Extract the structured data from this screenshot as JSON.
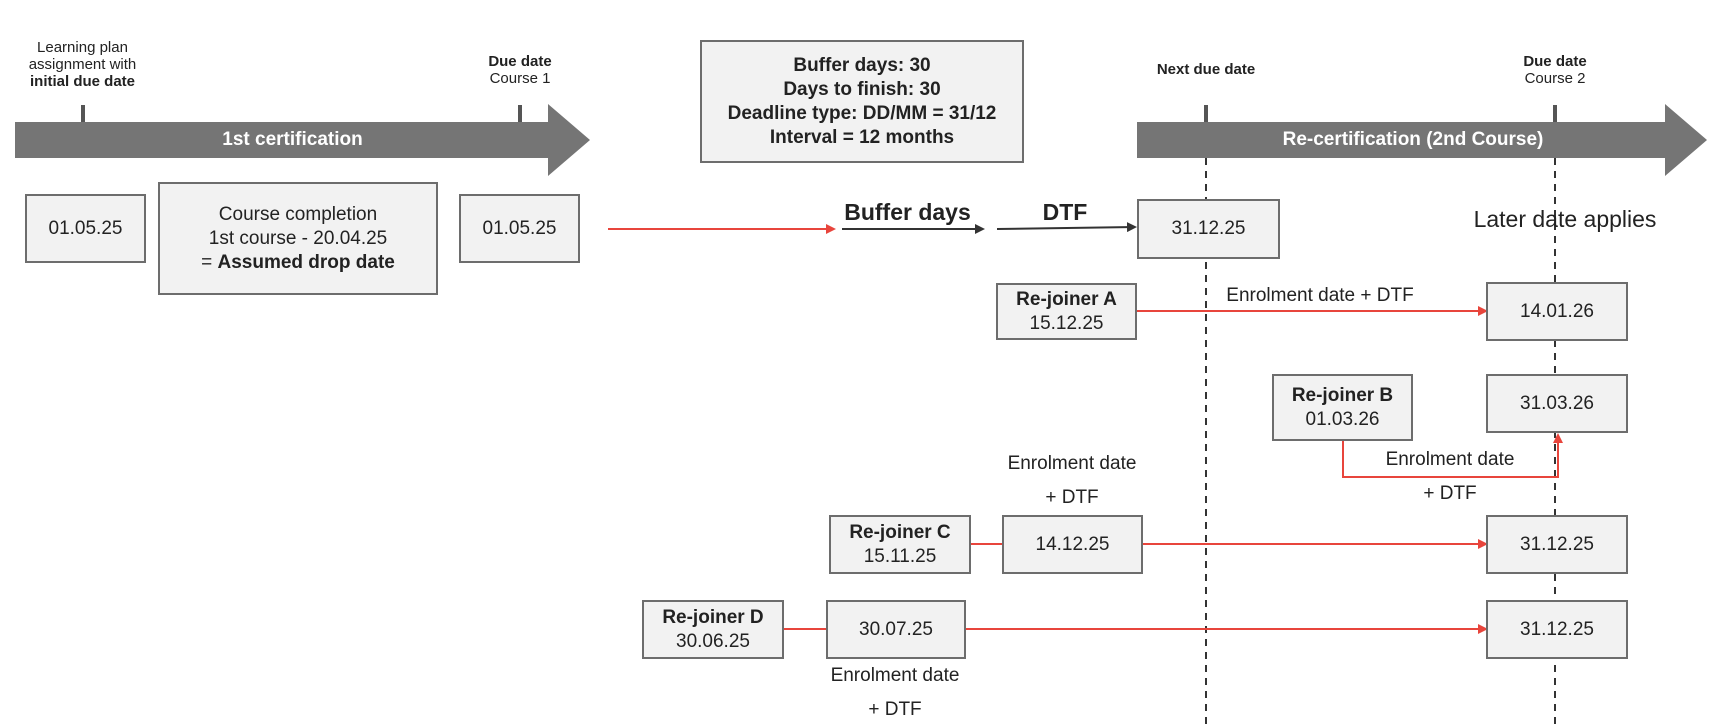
{
  "top": {
    "assign_line1": "Learning plan",
    "assign_line2": "assignment with",
    "assign_line3": "initial due date",
    "due1_line1": "Due date",
    "due1_line2": "Course 1",
    "next_due": "Next due date",
    "due2_line1": "Due date",
    "due2_line2": "Course 2"
  },
  "banners": {
    "first": "1st certification",
    "recert": "Re-certification (2nd Course)"
  },
  "settings": {
    "line1": "Buffer days: 30",
    "line2": "Days to finish: 30",
    "line3": "Deadline type: DD/MM = 31/12",
    "line4": "Interval = 12 months"
  },
  "row1": {
    "date_left": "01.05.25",
    "completion_line1": "Course completion",
    "completion_line2": "1st course - 20.04.25",
    "completion_prefix": "= ",
    "completion_bold": "Assumed drop date",
    "date_right": "01.05.25",
    "buffer_label": "Buffer days",
    "dtf_label": "DTF",
    "next_due_value": "31.12.25",
    "later_date": "Later date applies"
  },
  "rejoiners": {
    "a": {
      "name": "Re-joiner A",
      "date": "15.12.25",
      "rule": "Enrolment date + DTF",
      "result": "14.01.26"
    },
    "b": {
      "name": "Re-joiner B",
      "date": "01.03.26",
      "rule_line1": "Enrolment date",
      "rule_line2": "+ DTF",
      "result": "31.03.26"
    },
    "c": {
      "name": "Re-joiner C",
      "date": "15.11.25",
      "rule_line1": "Enrolment date",
      "rule_line2": "+ DTF",
      "mid": "14.12.25",
      "result": "31.12.25"
    },
    "d": {
      "name": "Re-joiner D",
      "date": "30.06.25",
      "rule_line1": "Enrolment date",
      "rule_line2": "+ DTF",
      "mid": "30.07.25",
      "result": "31.12.25"
    }
  },
  "colors": {
    "banner": "#757575",
    "red_arrow": "#e8453c",
    "dark_arrow": "#333333",
    "box_fill": "#f2f2f2",
    "box_border": "#6d6d6d"
  }
}
